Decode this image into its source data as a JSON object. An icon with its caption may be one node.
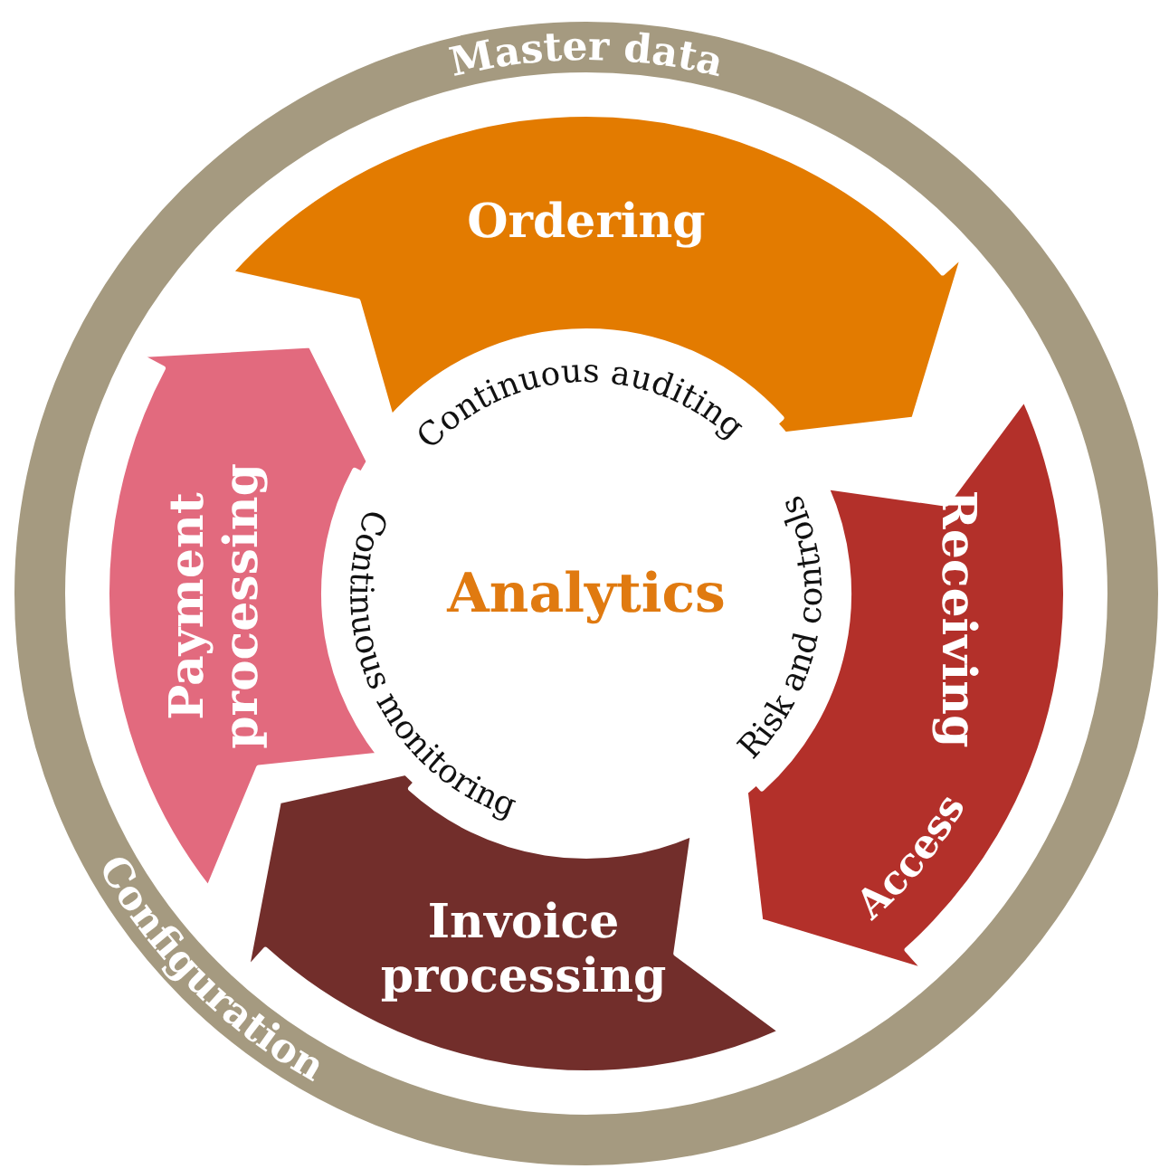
{
  "diagram": {
    "nodes": [
      {
        "text": [
          "Master data",
          "Configuration"
        ]
      },
      {
        "text": [
          "Ordering"
        ],
        "in": 0
      },
      {
        "text": [
          "Receiving",
          "Access"
        ],
        "in": 0
      },
      {
        "text": [
          "Invoice processing"
        ],
        "in": 0
      },
      {
        "text": [
          "Payment processing"
        ],
        "in": 0
      },
      {
        "text": [
          "Analytics"
        ],
        "in": 0
      }
    ],
    "labels": [
      "Continuous auditing",
      "Risk and controls",
      "Continuous monitoring"
    ]
  }
}
